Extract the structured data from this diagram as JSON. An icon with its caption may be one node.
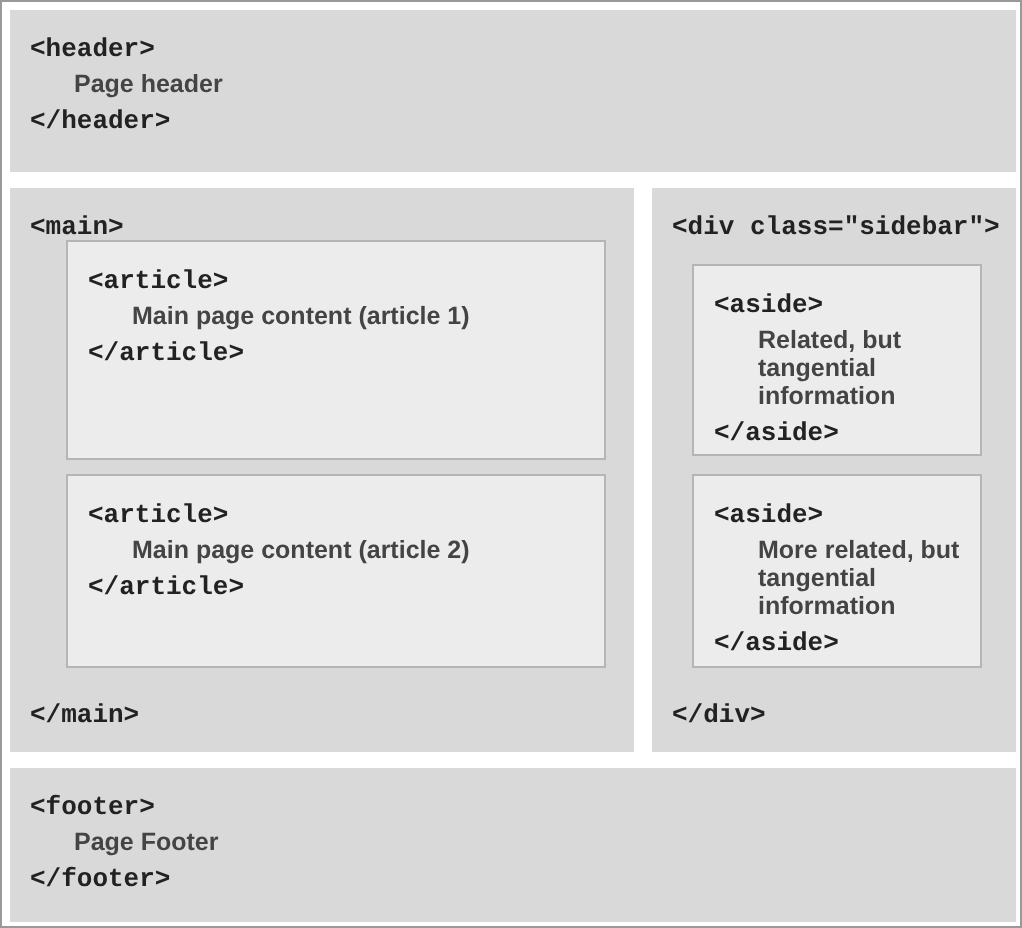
{
  "diagram": {
    "nodes": [
      {
        "text": [
          "<header>",
          "Page header",
          "</header>"
        ]
      },
      {
        "text": [
          "<main>",
          "</main>"
        ]
      },
      {
        "text": [
          "<article>",
          "Main page content (article 1)",
          "</article>"
        ],
        "in": 1
      },
      {
        "text": [
          "<article>",
          "Main page content (article 2)",
          "</article>"
        ],
        "in": 1
      },
      {
        "text": [
          "<div class=\"sidebar\">",
          "</div>"
        ]
      },
      {
        "text": [
          "<aside>",
          "Related, but tangential information",
          "</aside>"
        ],
        "in": 4
      },
      {
        "text": [
          "<aside>",
          "More related, but tangential information",
          "</aside>"
        ],
        "in": 4
      },
      {
        "text": [
          "<footer>",
          "Page Footer",
          "</footer>"
        ]
      }
    ]
  }
}
